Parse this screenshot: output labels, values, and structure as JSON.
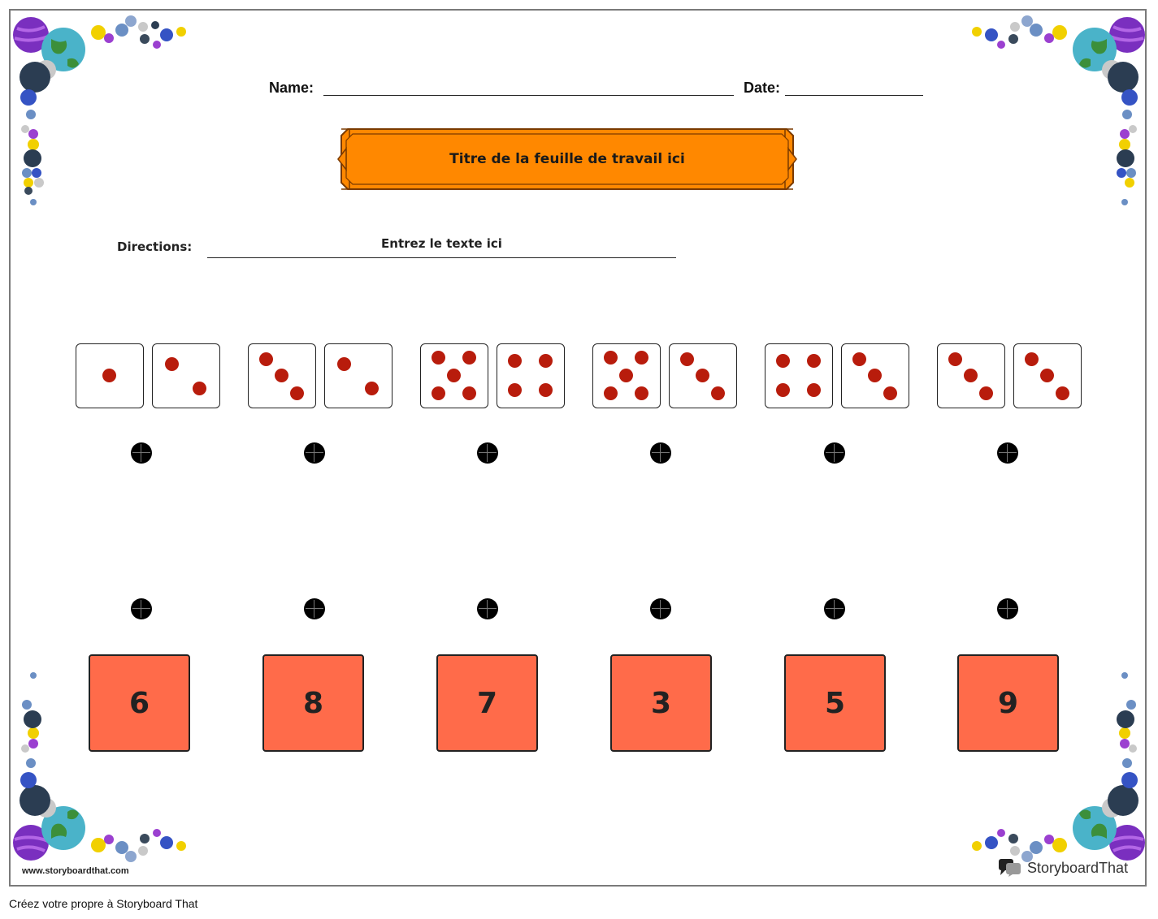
{
  "header": {
    "name_label": "Name:",
    "date_label": "Date:"
  },
  "title": {
    "text": "Titre de la feuille de travail ici"
  },
  "directions": {
    "label": "Directions:",
    "text": "Entrez le texte ici"
  },
  "pairs": [
    {
      "dice": [
        1,
        2
      ],
      "answer": "6"
    },
    {
      "dice": [
        3,
        2
      ],
      "answer": "8"
    },
    {
      "dice": [
        5,
        4
      ],
      "answer": "7"
    },
    {
      "dice": [
        5,
        3
      ],
      "answer": "3"
    },
    {
      "dice": [
        4,
        3
      ],
      "answer": "5"
    },
    {
      "dice": [
        3,
        3
      ],
      "answer": "9"
    }
  ],
  "colors": {
    "pip": "#b81c0c",
    "banner": "#ff8800",
    "number_card": "#ff6b4a"
  },
  "footer": {
    "site": "www.storyboardthat.com",
    "brand": "StoryboardThat",
    "tagline": "Créez votre propre à Storyboard That"
  }
}
